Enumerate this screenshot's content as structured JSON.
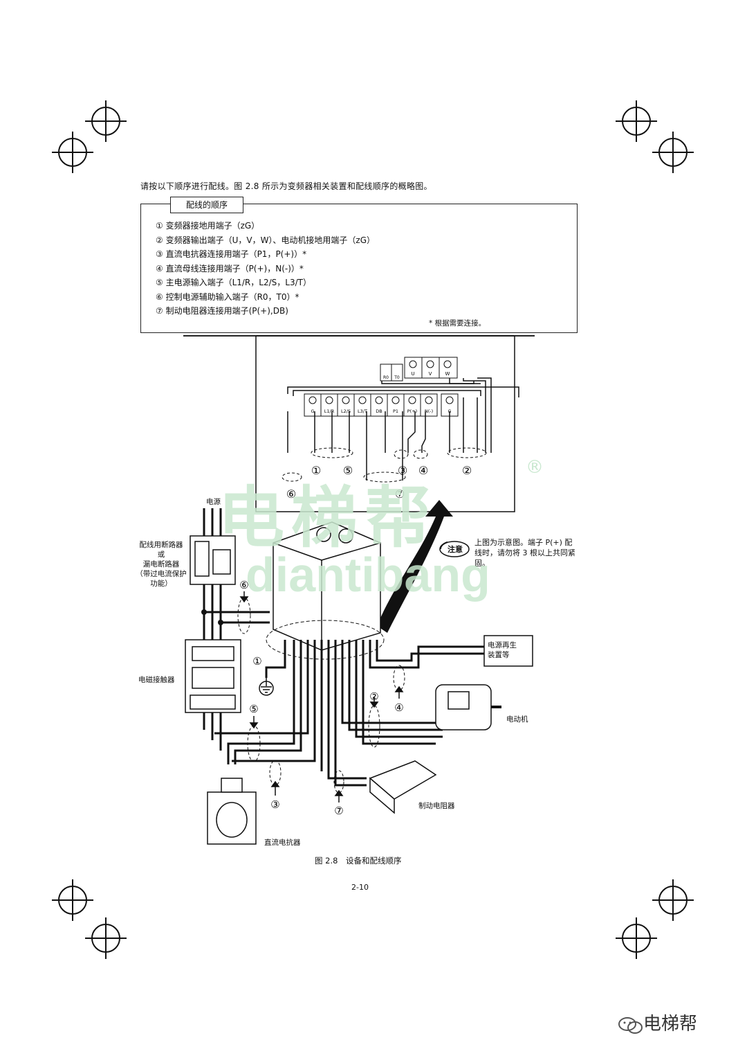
{
  "intro_text": "请按以下顺序进行配线。图 2.8 所示为变频器相关装置和配线顺序的概略图。",
  "order_box": {
    "title": "配线的顺序",
    "steps": [
      "① 变频器接地用端子（zG）",
      "② 变频器输出端子（U，V，W）、电动机接地用端子（zG）",
      "③ 直流电抗器连接用端子（P1，P(+)）*",
      "④ 直流母线连接用端子（P(+)，N(-)）*",
      "⑤ 主电源输入端子（L1/R，L2/S，L3/T）",
      "⑥ 控制电源辅助输入端子（R0，T0）*",
      "⑦ 制动电阻器连接用端子(P(+),DB)"
    ],
    "note": "* 根据需要连接。"
  },
  "terminals": {
    "top_left": [
      "R0",
      "T0"
    ],
    "top_right": [
      "U",
      "V",
      "W"
    ],
    "bottom": [
      "G",
      "L1/R",
      "L2/S",
      "L3/T",
      "DB",
      "P1",
      "P(+)",
      "N(-)",
      "G"
    ]
  },
  "circle_numbers": [
    "①",
    "②",
    "③",
    "④",
    "⑤",
    "⑥",
    "⑦"
  ],
  "labels": {
    "power": "电源",
    "breaker": "配线用断路器\n或\n漏电断路器\n（带过电流保护\n功能）",
    "contactor": "电磁接触器",
    "regen": "电源再生\n装置等",
    "motor": "电动机",
    "brake_resistor": "制动电阻器",
    "dc_reactor": "直流电抗器"
  },
  "caution": {
    "badge": "注意",
    "text": "上图为示意图。端子 P(+) 配线时，请勿将 3 根以上共同紧固。"
  },
  "figure_caption": "图 2.8　设备和配线顺序",
  "page_number": "2-10",
  "watermark": {
    "cn": "电梯帮",
    "en": "diantibang",
    "mark": "®"
  },
  "brand": "电梯帮"
}
